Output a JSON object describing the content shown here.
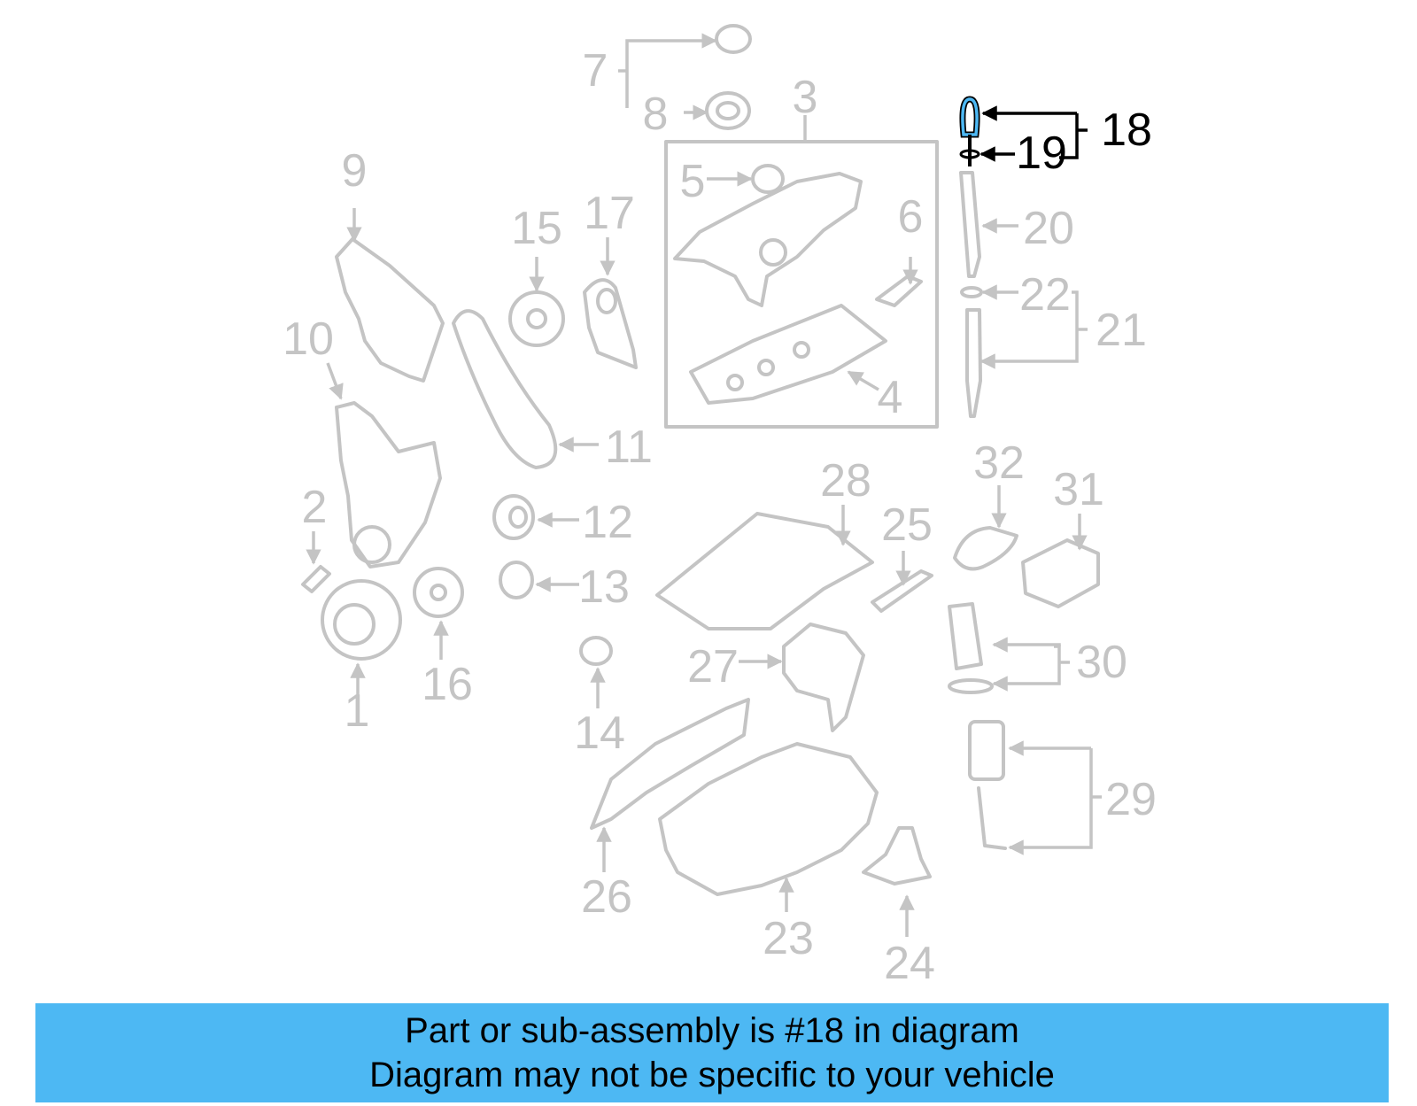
{
  "diagram": {
    "highlight_color": "#4db8f3",
    "labels": [
      "1",
      "2",
      "3",
      "4",
      "5",
      "6",
      "7",
      "8",
      "9",
      "10",
      "11",
      "12",
      "13",
      "14",
      "15",
      "16",
      "17",
      "18",
      "19",
      "20",
      "21",
      "22",
      "23",
      "24",
      "25",
      "26",
      "27",
      "28",
      "29",
      "30",
      "31",
      "32"
    ],
    "highlighted_part": "18"
  },
  "banner": {
    "line1": "Part or sub-assembly is #18 in diagram",
    "line2": "Diagram may not be specific to your vehicle",
    "background": "#4db8f3"
  }
}
